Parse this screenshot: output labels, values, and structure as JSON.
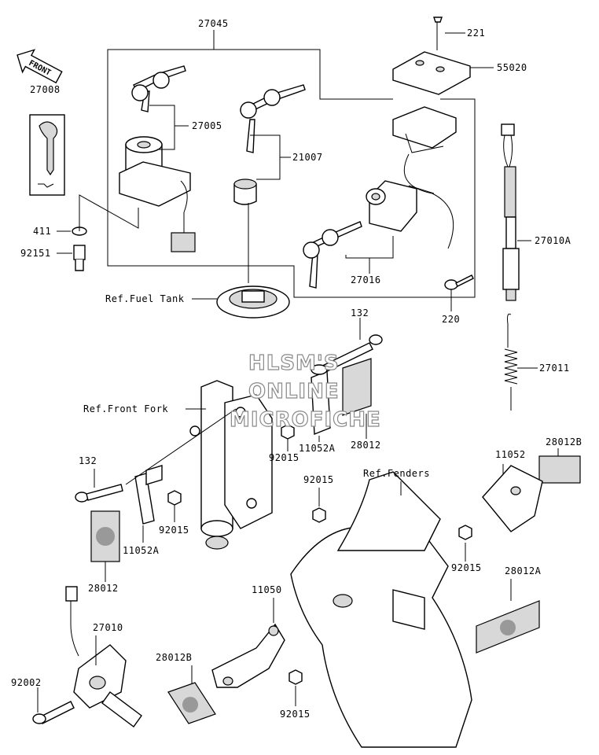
{
  "labels": {
    "p27045": "27045",
    "p221": "221",
    "p55020": "55020",
    "p27008": "27008",
    "p27005": "27005",
    "p21007": "21007",
    "p411": "411",
    "p92151": "92151",
    "p27010A": "27010A",
    "p27016": "27016",
    "p220": "220",
    "ref_fuel_tank": "Ref.Fuel Tank",
    "p132_top": "132",
    "p27011": "27011",
    "ref_front_fork": "Ref.Front Fork",
    "p92015_a": "92015",
    "p11052A_a": "11052A",
    "p28012_a": "28012",
    "p132_left": "132",
    "p92015_b": "92015",
    "p11052A_b": "11052A",
    "p28012_b": "28012",
    "p92015_c": "92015",
    "ref_fenders": "Ref.Fenders",
    "p11052": "11052",
    "p28012B_a": "28012B",
    "p92015_d": "92015",
    "p28012A": "28012A",
    "p11050": "11050",
    "p27010": "27010",
    "p28012B_b": "28012B",
    "p92002": "92002",
    "p92015_e": "92015"
  },
  "front_arrow": "FRONT",
  "watermark": [
    "HLSM'S",
    "ONLINE",
    "MICROFICHE"
  ]
}
